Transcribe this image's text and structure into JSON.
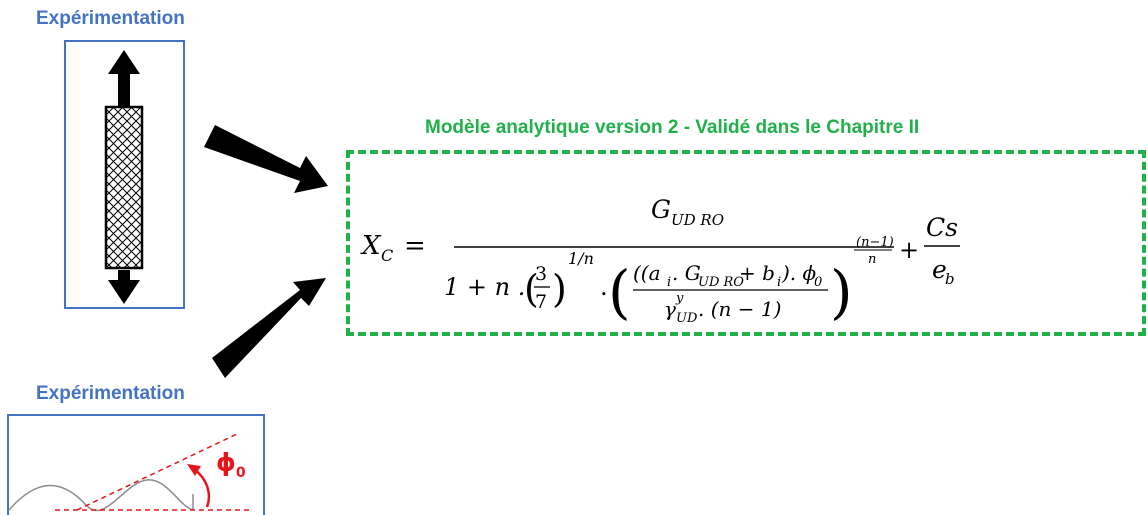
{
  "top_panel": {
    "title": "Expérimentation"
  },
  "bottom_panel": {
    "title": "Expérimentation",
    "angle_label": "ϕ",
    "angle_subscript": "0"
  },
  "model": {
    "title": "Modèle analytique version 2 - Validé dans le Chapitre II",
    "lhs": "X",
    "lhs_sub": "C",
    "num_main": "G",
    "num_sub": "UD RO",
    "den_start": "1 + n . ",
    "frac37_num": "3",
    "frac37_den": "7",
    "exp_1n": "1/n",
    "inner_num_a": "((a",
    "inner_num_i": "i",
    "inner_num_dot": ". G",
    "inner_num_sub": "UD RO",
    "inner_num_rest": " + b",
    "inner_num_bi": "i",
    "inner_num_end": "). ϕ",
    "inner_num_phi0": "0",
    "inner_den_gamma": "γ",
    "inner_den_sup": "y",
    "inner_den_sub": "UD",
    "inner_den_rest": ". (n − 1)",
    "outer_exp_num": "(n−1)",
    "outer_exp_den": "n",
    "plus": "+",
    "cs_num": "Cs",
    "cs_den": "e",
    "cs_den_sub": "b"
  },
  "colors": {
    "blue": "#4472C4",
    "green": "#21B14B",
    "red": "#E8141B",
    "black": "#000000",
    "gray": "#8C8C8C"
  }
}
